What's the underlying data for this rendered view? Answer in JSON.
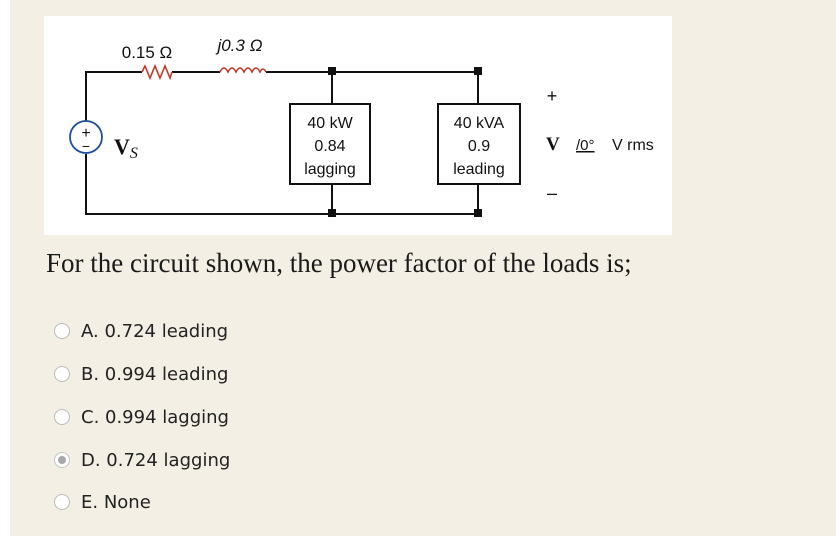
{
  "circuit": {
    "series_resistance": "0.15 Ω",
    "series_reactance": "j0.3 Ω",
    "source_label": "V",
    "source_subscript": "S",
    "source_plus": "+",
    "source_minus": "−",
    "load1": {
      "line1": "40 kW",
      "line2": "0.84",
      "line3": "lagging"
    },
    "load2": {
      "line1": "40 kVA",
      "line2": "0.9",
      "line3": "leading"
    },
    "terminal_plus": "+",
    "terminal_minus": "–",
    "voltage_symbol": "V",
    "voltage_angle": "/0°",
    "voltage_unit": "V rms",
    "colors": {
      "inductor": "#c0392b",
      "wire": "#111111"
    }
  },
  "question": {
    "text": "For the circuit shown, the power factor of the loads is;"
  },
  "options": [
    {
      "label": "A. 0.724 leading",
      "selected": false
    },
    {
      "label": "B. 0.994 leading",
      "selected": false
    },
    {
      "label": "C. 0.994 lagging",
      "selected": false
    },
    {
      "label": "D. 0.724 lagging",
      "selected": true
    },
    {
      "label": "E. None",
      "selected": false
    }
  ]
}
